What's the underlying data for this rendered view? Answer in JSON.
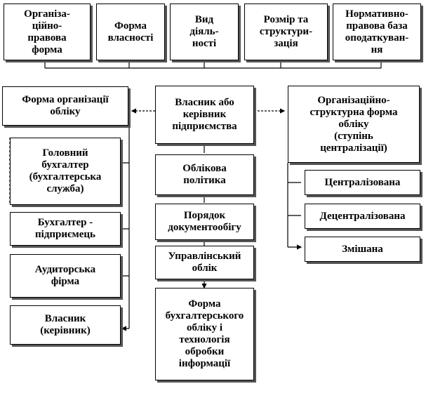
{
  "top_boxes": [
    {
      "label": "Організа-\nційно-\nправова\nформа"
    },
    {
      "label": "Форма\nвласності"
    },
    {
      "label": "Вид\nдіяль-\nності"
    },
    {
      "label": "Розмір та\nструктури-\nзація"
    },
    {
      "label": "Нормативно-\nправова база\nоподаткуван-\nня"
    }
  ],
  "left_column": {
    "header": "Форма організації\nобліку",
    "items": [
      {
        "label": "Головний\nбухгалтер\n(бухгалтерська\nслужба)"
      },
      {
        "label": "Бухгалтер -\nпідприємець"
      },
      {
        "label": "Аудиторська\nфірма"
      },
      {
        "label": "Власник\n(керівник)"
      }
    ]
  },
  "center_column": {
    "owner": "Власник або\nкерівник\nпідприємства",
    "items": [
      {
        "label": "Облікова\nполітика"
      },
      {
        "label": "Порядок\nдокументообігу"
      },
      {
        "label": "Управлінський\nоблік"
      },
      {
        "label": "Форма\nбухгалтерського\nобліку і\nтехнологія\nобробки\nінформації"
      }
    ]
  },
  "right_column": {
    "header": "Організаційно-\nструктурна форма\nобліку\n(ступінь\nцентралізації)",
    "items": [
      {
        "label": "Централізована"
      },
      {
        "label": "Децентралізована"
      },
      {
        "label": "Змішана"
      }
    ]
  },
  "colors": {
    "line": "#000000",
    "shadow": "#555555",
    "background": "#ffffff"
  }
}
